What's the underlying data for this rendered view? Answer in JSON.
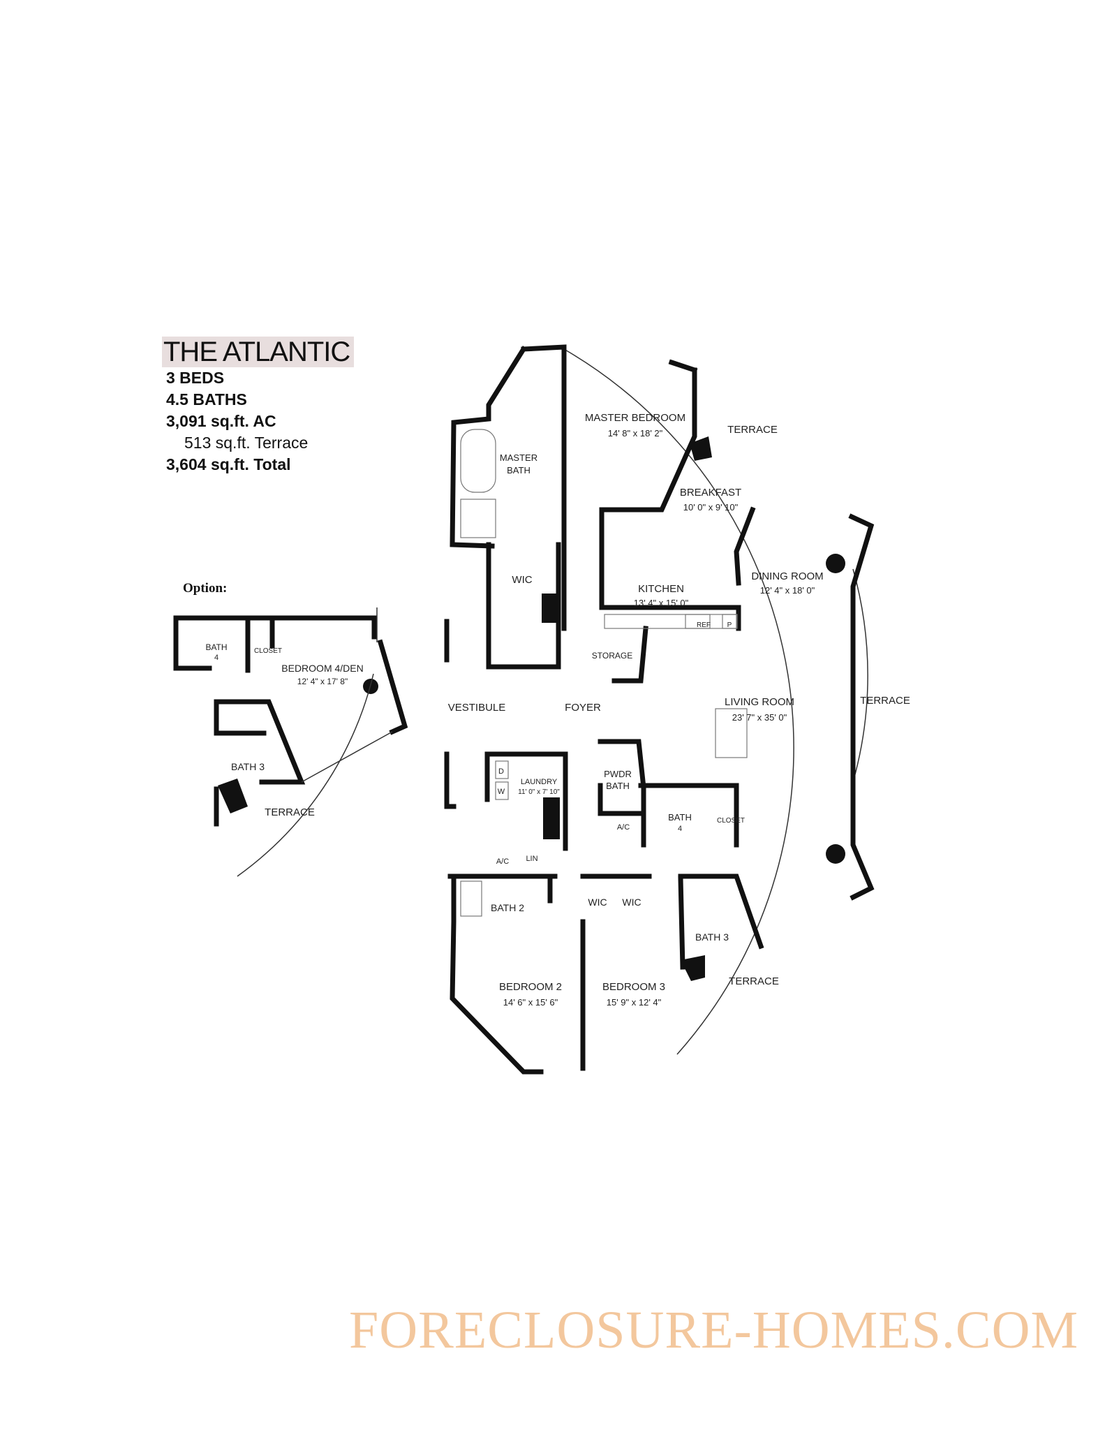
{
  "header": {
    "title": "THE ATLANTIC",
    "beds": "3 BEDS",
    "baths": "4.5 BATHS",
    "ac": "3,091 sq.ft. AC",
    "terrace": "513 sq.ft. Terrace",
    "total": "3,604 sq.ft. Total"
  },
  "option_label": "Option:",
  "rooms": {
    "master_bedroom": "MASTER BEDROOM",
    "master_bedroom_dim": "14' 8\" x 18' 2\"",
    "master_bath": "MASTER",
    "master_bath_2": "BATH",
    "terrace": "TERRACE",
    "breakfast": "BREAKFAST",
    "breakfast_dim": "10' 0\" x 9' 10\"",
    "kitchen": "KITCHEN",
    "kitchen_dim": "13' 4\" x 15' 0\"",
    "dining": "DINING ROOM",
    "dining_dim": "12' 4\" x 18' 0\"",
    "wic": "WIC",
    "ref": "REF",
    "p": "P",
    "storage": "STORAGE",
    "vestibule": "VESTIBULE",
    "foyer": "FOYER",
    "living": "LIVING ROOM",
    "living_dim": "23' 7\" x 35' 0\"",
    "laundry": "LAUNDRY",
    "laundry_dim": "11' 0\" x 7' 10\"",
    "d": "D",
    "w": "W",
    "pwdr": "PWDR",
    "pwdr_bath": "BATH",
    "ac": "A/C",
    "lin": "LIN",
    "bath4": "BATH",
    "bath4_num": "4",
    "closet": "CLOSET",
    "bath2": "BATH 2",
    "bath3": "BATH 3",
    "bedroom2": "BEDROOM 2",
    "bedroom2_dim": "14' 6\" x 15' 6\"",
    "bedroom3": "BEDROOM 3",
    "bedroom3_dim": "15' 9\" x 12' 4\""
  },
  "option_rooms": {
    "bath": "BATH",
    "bath_num": "4",
    "closet": "CLOSET",
    "bedroom4": "BEDROOM 4/DEN",
    "bedroom4_dim": "12' 4\" x 17' 8\"",
    "bath3": "BATH 3",
    "terrace": "TERRACE"
  },
  "watermark": "FORECLOSURE-HOMES.COM"
}
